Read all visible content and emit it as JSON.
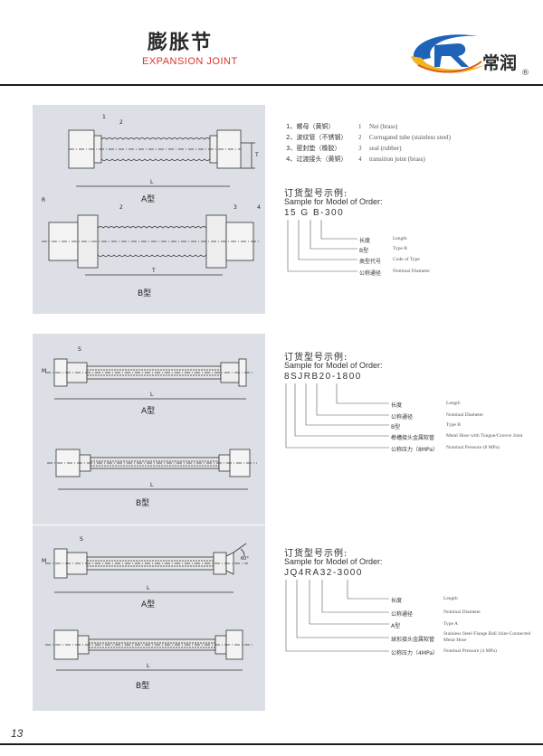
{
  "header": {
    "title_cn": "膨胀节",
    "title_en": "EXPANSION JOINT",
    "brand": "常润",
    "reg": "®",
    "accent": "#d9352b"
  },
  "section1": {
    "diagram_labels": {
      "callouts": [
        "1",
        "2",
        "3",
        "4"
      ],
      "length_l": "L",
      "length_t": "T",
      "label_r": "R",
      "type_a": "A型",
      "type_b": "B型"
    },
    "legend": [
      {
        "cn": "1、螺母（黄铜）",
        "num": "1",
        "en": "Nut (brass)"
      },
      {
        "cn": "2、波纹管（不锈钢）",
        "num": "2",
        "en": "Corrugated tube (stainless steel)"
      },
      {
        "cn": "3、密封垫（橡胶）",
        "num": "3",
        "en": "seal (rubber)"
      },
      {
        "cn": "4、过渡接头（黄铜）",
        "num": "4",
        "en": "transition joint (brass)"
      }
    ],
    "sample_cn": "订货型号示例:",
    "sample_en": "Sample for Model of Order:",
    "code": "15 G B-300",
    "items": [
      {
        "cn": "长度",
        "en": "Length"
      },
      {
        "cn": "B型",
        "en": "Type B"
      },
      {
        "cn": "类型代号",
        "en": "Code of Type"
      },
      {
        "cn": "公称通径",
        "en": "Nominal Diameter"
      }
    ]
  },
  "section2": {
    "diagram_labels": {
      "label_s": "S",
      "label_m": "M",
      "length_l": "L",
      "type_a": "A型",
      "type_b": "B型"
    },
    "sample_cn": "订货型号示例:",
    "sample_en": "Sample for Model of Order:",
    "code": "8SJRB20-1800",
    "items": [
      {
        "cn": "长度",
        "en": "Length"
      },
      {
        "cn": "公称通径",
        "en": "Nominal Diameter"
      },
      {
        "cn": "B型",
        "en": "Type B"
      },
      {
        "cn": "榫槽接头金属软管",
        "en": "Metal Hose with Tongue/Groove Joint"
      },
      {
        "cn": "公称压力（8MPa）",
        "en": "Nominal Pressure (8 MPa)"
      }
    ]
  },
  "section3": {
    "diagram_labels": {
      "label_s": "S",
      "label_m": "M",
      "length_l": "L",
      "angle": "60°",
      "type_a": "A型",
      "type_b": "B型"
    },
    "sample_cn": "订货型号示例:",
    "sample_en": "Sample for Model of Order:",
    "code": "JQ4RA32-3000",
    "items": [
      {
        "cn": "长度",
        "en": "Length"
      },
      {
        "cn": "公称通径",
        "en": "Nominal Diameter"
      },
      {
        "cn": "A型",
        "en": "Type A"
      },
      {
        "cn": "球形接头金属软管",
        "en": "Stainless Steel Flange Ball Joint-Connected Metal Hose"
      },
      {
        "cn": "公称压力（4MPa）",
        "en": "Nominal Pressure (4 MPa)"
      }
    ]
  },
  "footer": {
    "page": "13"
  }
}
